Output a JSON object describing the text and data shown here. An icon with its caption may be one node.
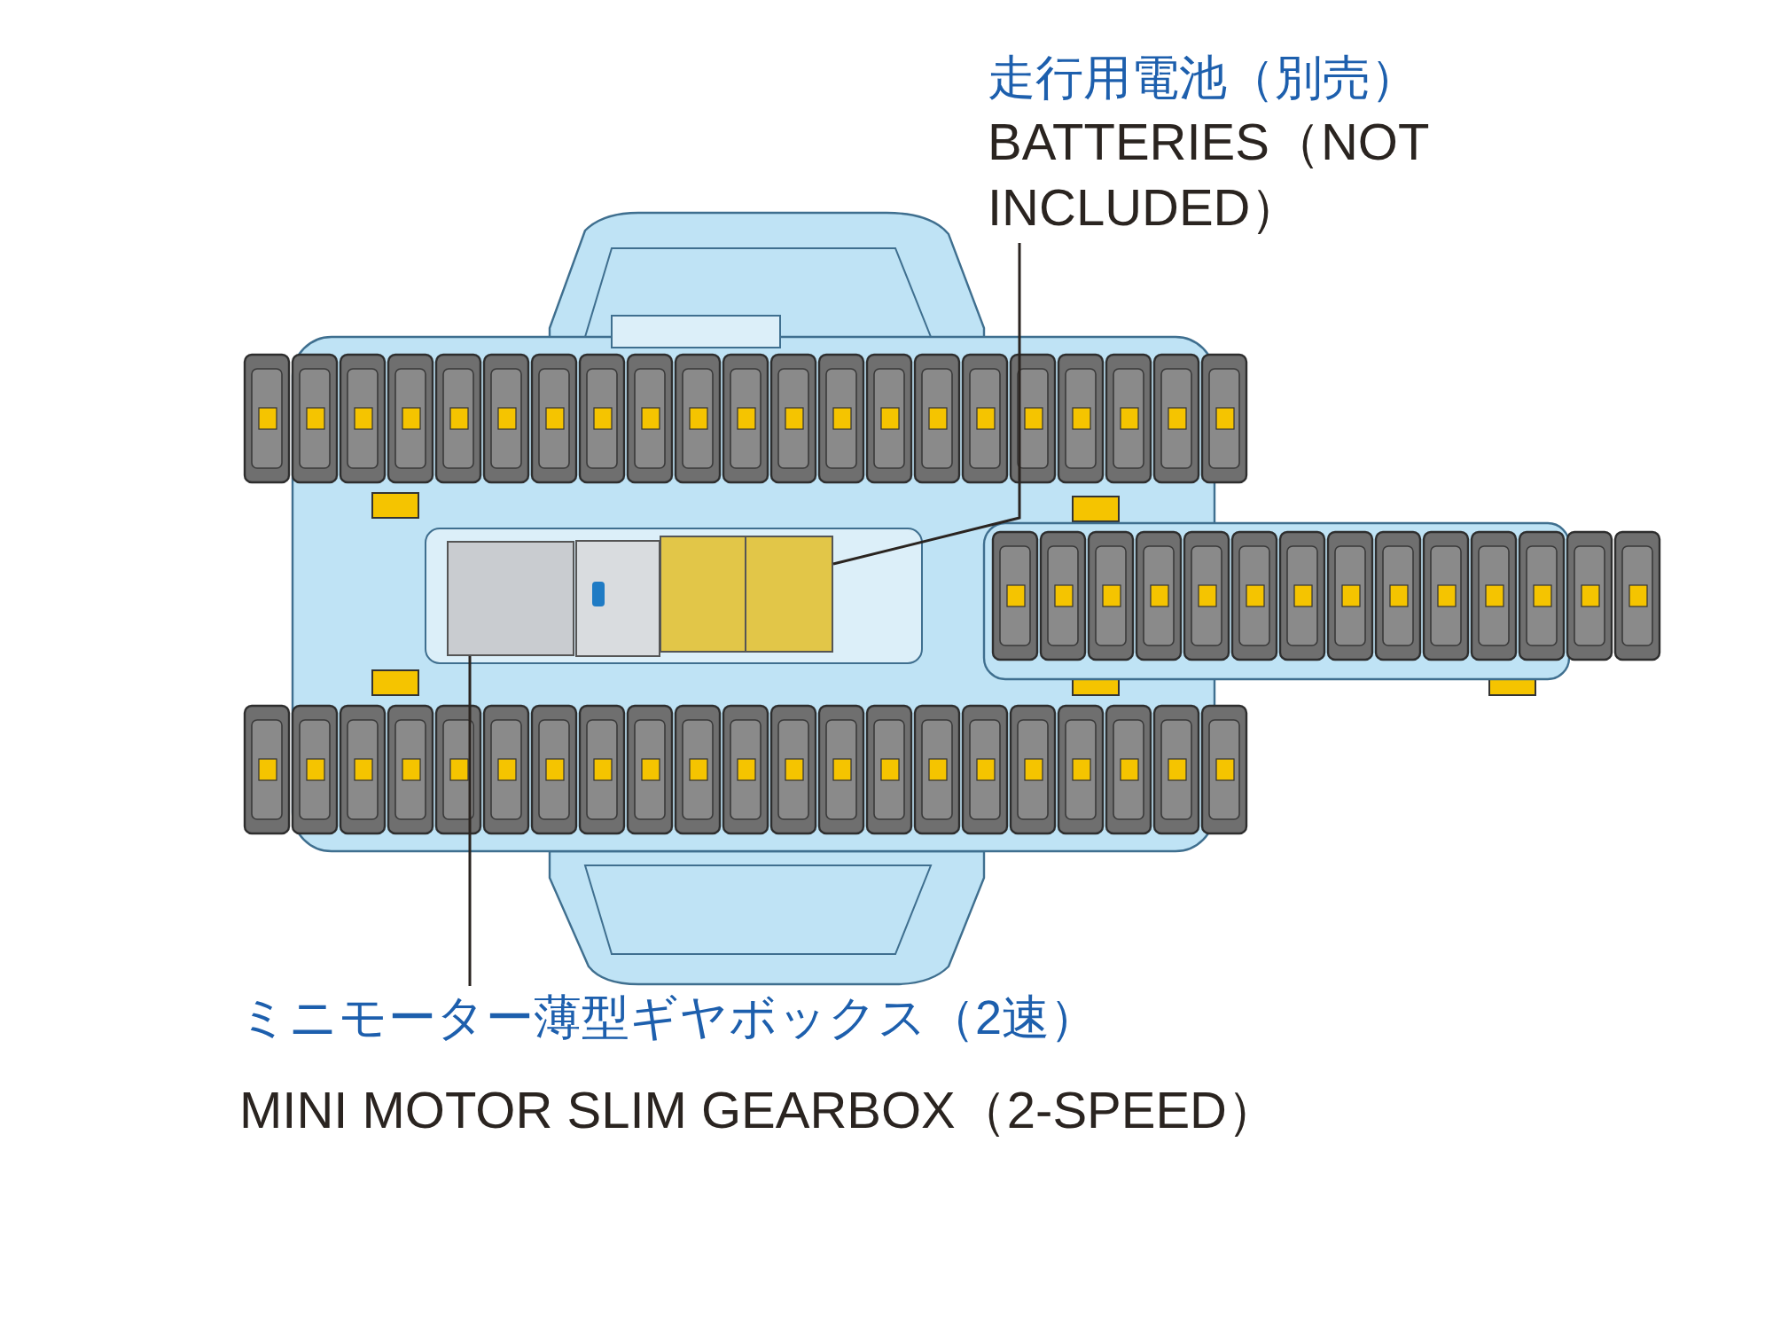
{
  "diagram": {
    "nodes": [
      {
        "text": [
          "走行用電池（別売）",
          "BATTERIES（NOT INCLUDED）"
        ]
      },
      {
        "text": [],
        "shape": "box"
      },
      {
        "text": [
          "ミニモーター薄型ギヤボックス（2速）",
          "MINI MOTOR SLIM GEARBOX（2-SPEED）"
        ]
      },
      {
        "text": [],
        "shape": "box"
      }
    ],
    "edges": [
      {
        "from": 0,
        "to": 3,
        "arrow": "none"
      },
      {
        "from": 2,
        "to": 1,
        "arrow": "none"
      }
    ]
  }
}
